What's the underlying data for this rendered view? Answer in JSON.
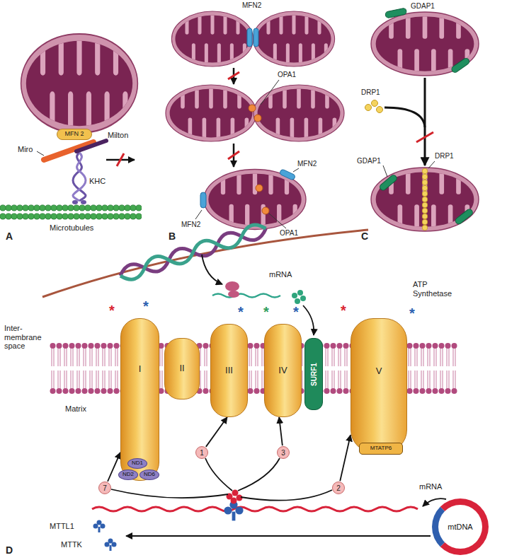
{
  "diagram": {
    "nodes": [
      {
        "text": [
          "MFN 2"
        ]
      },
      {
        "text": [
          "I"
        ]
      },
      {
        "text": [
          "II"
        ]
      },
      {
        "text": [
          "III"
        ]
      },
      {
        "text": [
          "IV"
        ]
      },
      {
        "text": [
          "SURF1"
        ]
      },
      {
        "text": [
          "V"
        ]
      },
      {
        "text": [
          "ND1"
        ]
      },
      {
        "text": [
          "ND2"
        ]
      },
      {
        "text": [
          "ND6"
        ]
      },
      {
        "text": [
          "MTATP6"
        ]
      },
      {
        "text": [
          "7"
        ]
      },
      {
        "text": [
          "1"
        ]
      },
      {
        "text": [
          "3"
        ]
      },
      {
        "text": [
          "2"
        ]
      },
      {
        "text": [
          "mtDNA"
        ]
      }
    ],
    "edges": [
      {
        "from": 11,
        "to": 1,
        "arrow": "to"
      },
      {
        "from": 12,
        "to": 3,
        "arrow": "to"
      },
      {
        "from": 13,
        "to": 4,
        "arrow": "to"
      },
      {
        "from": 14,
        "to": 6,
        "arrow": "to"
      }
    ],
    "labels": [
      "Miro",
      "Milton",
      "KHC",
      "Microtubules",
      "A",
      "MFN2",
      "OPA1",
      "MFN2",
      "MFN2",
      "OPA1",
      "B",
      "GDAP1",
      "DRP1",
      "GDAP1",
      "DRP1",
      "C",
      "mRNA",
      "ATP Synthetase",
      "Inter-membrane space",
      "Matrix",
      "*",
      "*",
      "*",
      "*",
      "*",
      "*",
      "*",
      "mRNA",
      "MTTL1",
      "MTTK",
      "D"
    ]
  }
}
